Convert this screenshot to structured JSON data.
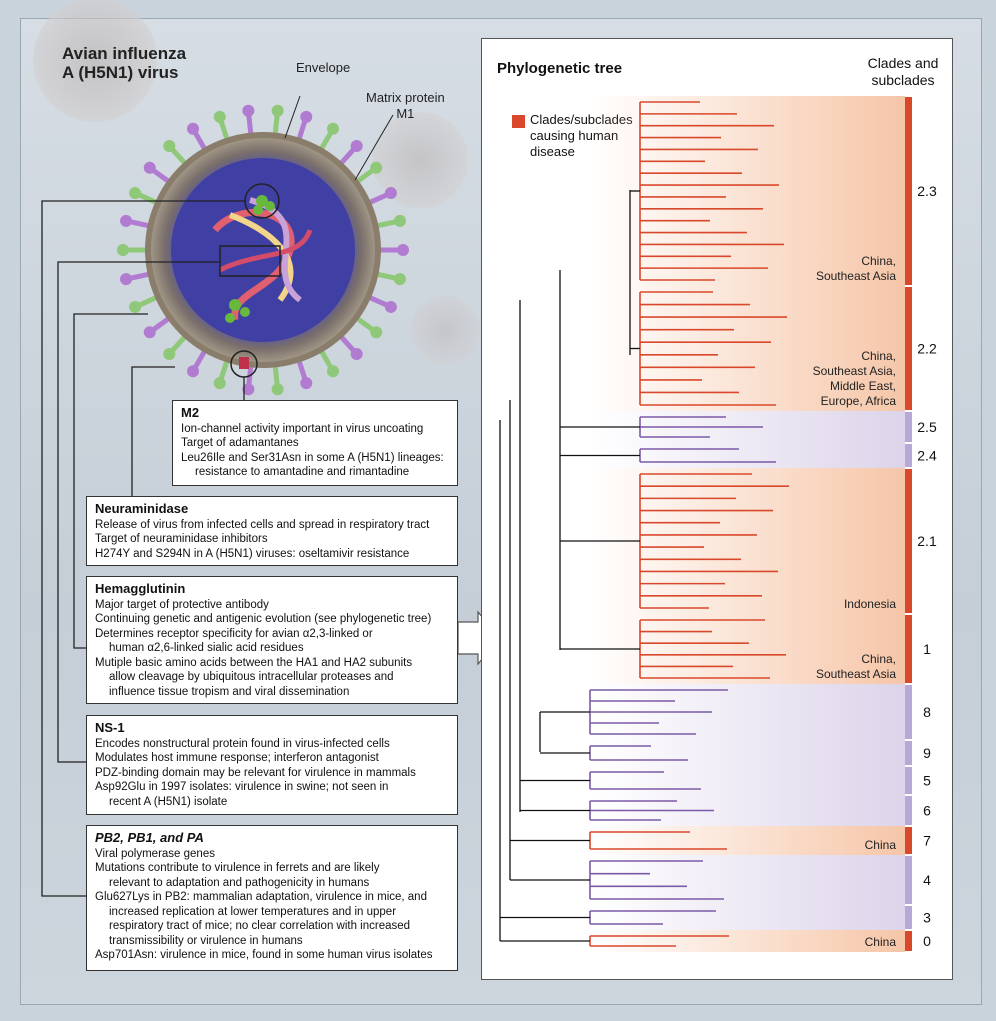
{
  "virus": {
    "title_line1": "Avian influenza",
    "title_line2": "A (H5N1) virus",
    "envelope_label": "Envelope",
    "matrix_label_line1": "Matrix protein",
    "matrix_label_line2": "M1"
  },
  "boxes": [
    {
      "id": "m2",
      "title": "M2",
      "lines": [
        {
          "text": "Ion-channel activity important in virus uncoating",
          "indent": false
        },
        {
          "text": "Target of adamantanes",
          "indent": false
        },
        {
          "text": "Leu26Ile and Ser31Asn in some A (H5N1) lineages:",
          "indent": false
        },
        {
          "text": "resistance to amantadine and rimantadine",
          "indent": true
        }
      ]
    },
    {
      "id": "na",
      "title": "Neuraminidase",
      "lines": [
        {
          "text": "Release of virus from infected cells and spread in respiratory tract",
          "indent": false
        },
        {
          "text": "Target of neuraminidase inhibitors",
          "indent": false
        },
        {
          "text": "H274Y and S294N in A (H5N1) viruses: oseltamivir resistance",
          "indent": false
        }
      ]
    },
    {
      "id": "ha",
      "title": "Hemagglutinin",
      "lines": [
        {
          "text": "Major target of protective antibody",
          "indent": false
        },
        {
          "text": "Continuing genetic and antigenic evolution (see phylogenetic tree)",
          "indent": false
        },
        {
          "text": "Determines receptor specificity for avian α2,3-linked or",
          "indent": false
        },
        {
          "text": "human α2,6-linked sialic acid residues",
          "indent": true
        },
        {
          "text": "Mutiple basic amino acids between the HA1 and HA2 subunits",
          "indent": false
        },
        {
          "text": "allow cleavage by ubiquitous intracellular proteases and",
          "indent": true
        },
        {
          "text": "influence tissue tropism and viral dissemination",
          "indent": true
        }
      ]
    },
    {
      "id": "ns1",
      "title": "NS-1",
      "lines": [
        {
          "text": "Encodes nonstructural protein found in virus-infected cells",
          "indent": false
        },
        {
          "text": "Modulates host immune response; interferon antagonist",
          "indent": false
        },
        {
          "text": "PDZ-binding domain may be relevant for virulence in mammals",
          "indent": false
        },
        {
          "text": "Asp92Glu in 1997 isolates: virulence in swine; not seen in",
          "indent": false
        },
        {
          "text": "recent A (H5N1) isolate",
          "indent": true
        }
      ]
    },
    {
      "id": "pb",
      "title": "PB2, PB1, and PA",
      "lines": [
        {
          "text": "Viral polymerase genes",
          "indent": false
        },
        {
          "text": "Mutations contribute to virulence in ferrets and are likely",
          "indent": false
        },
        {
          "text": "relevant to adaptation and pathogenicity in humans",
          "indent": true
        },
        {
          "text": "Glu627Lys in PB2: mammalian adaptation, virulence in mice, and",
          "indent": false
        },
        {
          "text": "increased replication at lower temperatures and in upper",
          "indent": true
        },
        {
          "text": "respiratory tract of mice; no clear correlation with increased",
          "indent": true
        },
        {
          "text": "transmissibility or virulence in humans",
          "indent": true
        },
        {
          "text": "Asp701Asn: virulence in mice, found in some human virus isolates",
          "indent": false
        }
      ]
    }
  ],
  "tree": {
    "title": "Phylogenetic tree",
    "clades_header_line1": "Clades and",
    "clades_header_line2": "subclades",
    "legend_line1": "Clades/subclades",
    "legend_line2": "causing human",
    "legend_line3": "disease",
    "colors": {
      "human": "#d9482b",
      "nonhuman": "#7a5aa6",
      "human_band": "#f6c6a8",
      "nonhuman_band": "#dcd4ea"
    },
    "clades": [
      {
        "name": "2.3",
        "human": true,
        "region": [
          "China,",
          "Southeast Asia"
        ]
      },
      {
        "name": "2.2",
        "human": true,
        "region": [
          "China,",
          "Southeast Asia,",
          "Middle East,",
          "Europe, Africa"
        ]
      },
      {
        "name": "2.5",
        "human": false,
        "region": []
      },
      {
        "name": "2.4",
        "human": false,
        "region": []
      },
      {
        "name": "2.1",
        "human": true,
        "region": [
          "Indonesia"
        ]
      },
      {
        "name": "1",
        "human": true,
        "region": [
          "China,",
          "Southeast Asia"
        ]
      },
      {
        "name": "8",
        "human": false,
        "region": []
      },
      {
        "name": "9",
        "human": false,
        "region": []
      },
      {
        "name": "5",
        "human": false,
        "region": []
      },
      {
        "name": "6",
        "human": false,
        "region": []
      },
      {
        "name": "7",
        "human": true,
        "region": [
          "China"
        ]
      },
      {
        "name": "4",
        "human": false,
        "region": []
      },
      {
        "name": "3",
        "human": false,
        "region": []
      },
      {
        "name": "0",
        "human": true,
        "region": [
          "China"
        ]
      }
    ]
  }
}
